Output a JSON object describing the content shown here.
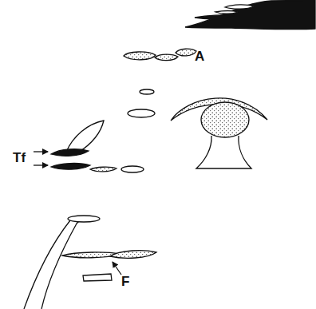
{
  "diagram": {
    "labels": [
      "A",
      "Tf",
      "F"
    ]
  }
}
